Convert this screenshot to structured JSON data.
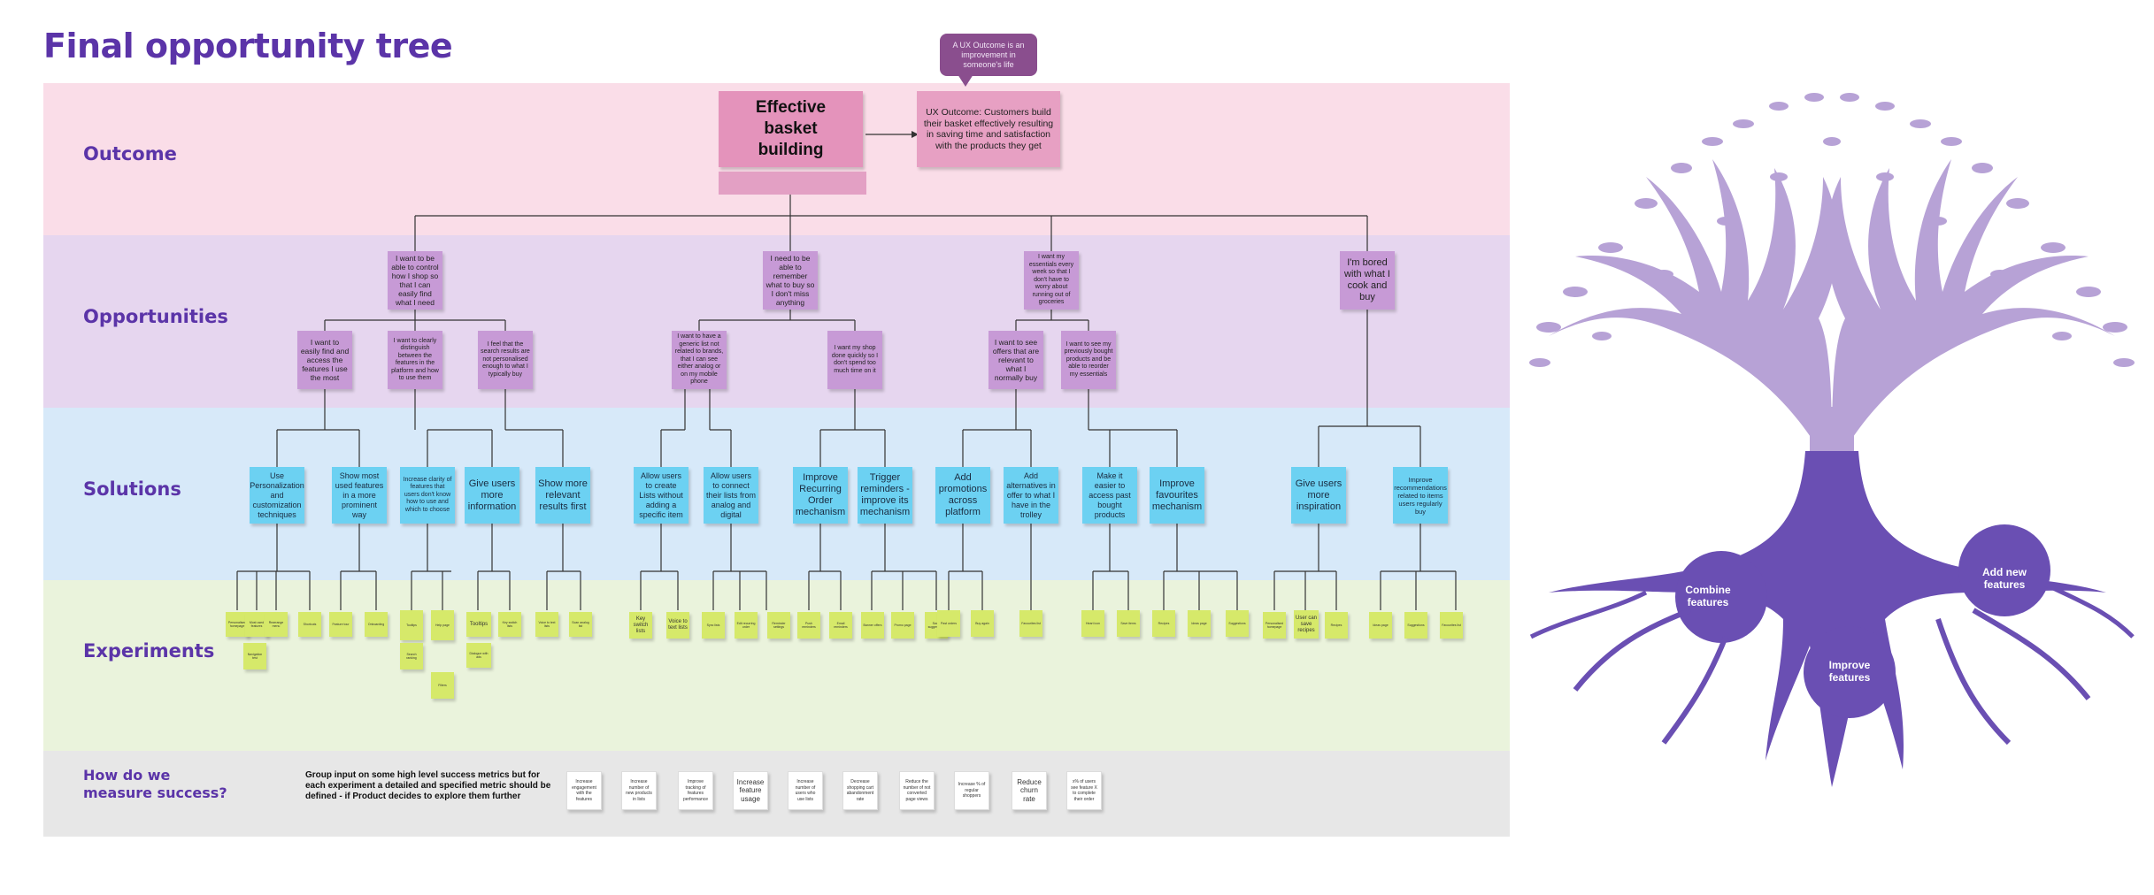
{
  "title": "Final opportunity tree",
  "bands": {
    "outcome": "Outcome",
    "opportunities": "Opportunities",
    "solutions": "Solutions",
    "experiments": "Experiments",
    "measure": "How do we measure success?"
  },
  "outcome": {
    "main": "Effective basket building",
    "ux_outcome": "UX Outcome: Customers build their basket effectively resulting in saving time and satisfaction with the products they get",
    "bubble": "A UX Outcome is an improvement in someone's life"
  },
  "opportunities_top": [
    "I want to be able to control how I shop so that I can easily find what I need",
    "I need to be able to remember what to buy so I don't miss anything",
    "I want my essentials every week so that I don't have to worry about running out of groceries",
    "I'm bored with what I cook and buy"
  ],
  "opportunities_sub": [
    "I want to easily find and access the features I use the most",
    "I want to clearly distinguish between the features in the platform and how to use them",
    "I feel that the search results are not personalised enough to what I typically buy",
    "I want to have a generic list not related to brands, that I can see either analog or on my mobile phone",
    "I want my shop done quickly so I don't spend too much time on it",
    "I want to see offers that are relevant to what I normally buy",
    "I want to see my previously bought products and be able to reorder my essentials"
  ],
  "solutions": [
    "Use Personalization and customization techniques",
    "Show most used features in a more prominent way",
    "Increase clarity of features that users don't know how to use and which to choose",
    "Give users more information",
    "Show more relevant results first",
    "Allow users to create Lists without adding a specific item",
    "Allow users to connect their lists from analog and digital",
    "Improve Recurring Order mechanism",
    "Trigger reminders - improve its mechanism",
    "Add promotions across platform",
    "Add alternatives in offer to what I have in the trolley",
    "Make it easier to access past bought products",
    "Improve favourites mechanism",
    "Give users more inspiration",
    "Improve recommendations related to items users regularly buy"
  ],
  "experiments": [
    "Personalised homepage",
    "Most used features",
    "Rearrange menu",
    "Shortcuts",
    "Navigation test",
    "Feature tour",
    "Onboarding",
    "Tooltips",
    "Help page",
    "Search ranking",
    "Filters",
    "Key switch lists",
    "Voice to text lists",
    "Scan analog list",
    "Sync lists",
    "Edit recurring order",
    "Reminder settings",
    "Push reminders",
    "Email reminders",
    "Banner offers",
    "Promo page",
    "Swap suggestions",
    "Past orders",
    "Buy again",
    "Favourites list",
    "Heart icon",
    "Save items",
    "Recipes",
    "Ideas page",
    "Suggestions"
  ],
  "experiment_labels": {
    "tooltips": "Tooltips",
    "key_switch": "Key switch lists",
    "voice": "Voice to text lists",
    "user_recipes": "User can save recipes",
    "dialogue": "Dialogue with ads"
  },
  "measure": {
    "intro": "Group input on some high level success metrics but for each experiment a detailed and specified metric should be defined - if Product decides to explore them further",
    "cards": [
      "Increase engagement with the features",
      "Increase number of new products in lists",
      "Improve tracking of features performance",
      "Increase feature usage",
      "Increase number of users who use lists",
      "Decrease shopping cart abandonment rate",
      "Reduce the number of not converted page views",
      "Increase % of regular shoppers",
      "Reduce churn rate",
      "x% of users see feature X to complete their order"
    ]
  },
  "tree": {
    "roots": [
      "Combine features",
      "Improve features",
      "Add new features"
    ],
    "trunk_top_color": "#b7a2d6",
    "trunk_bottom_color": "#6a4fb3"
  },
  "colors": {
    "accent": "#5b34a8",
    "outcome_band": "#fadde8",
    "opportunity_band": "#e6d6ef",
    "solution_band": "#d7e9f9",
    "experiment_band": "#eaf3dc",
    "measure_band": "#e7e7e7"
  }
}
